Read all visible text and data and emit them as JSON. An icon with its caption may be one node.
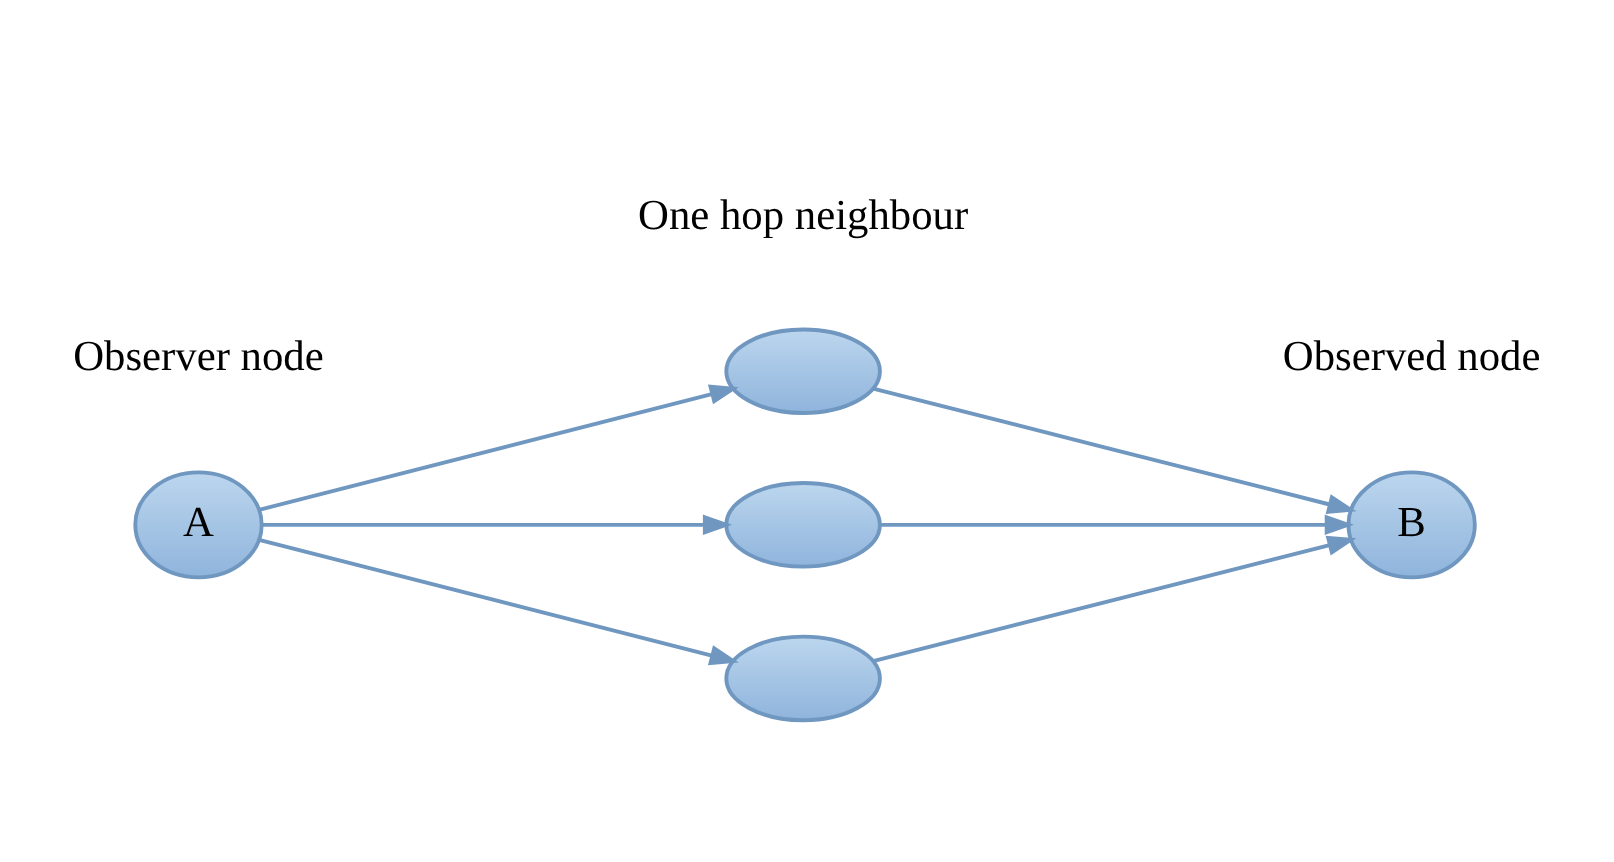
{
  "diagram": {
    "nodes": [
      {
        "text": [
          "A"
        ],
        "beside": [
          "Observer node"
        ]
      },
      {
        "text": [],
        "shape": "ellipse",
        "beside": [
          "One hop neighbour"
        ]
      },
      {
        "text": [],
        "shape": "ellipse"
      },
      {
        "text": [],
        "shape": "ellipse"
      },
      {
        "text": [
          "B"
        ],
        "beside": [
          "Observed node"
        ]
      }
    ],
    "edges": [
      {
        "from": 0,
        "to": 1,
        "arrow": "to"
      },
      {
        "from": 0,
        "to": 2,
        "arrow": "to"
      },
      {
        "from": 0,
        "to": 3,
        "arrow": "to"
      },
      {
        "from": 1,
        "to": 4,
        "arrow": "to"
      },
      {
        "from": 2,
        "to": 4,
        "arrow": "to"
      },
      {
        "from": 3,
        "to": 4,
        "arrow": "to"
      }
    ]
  }
}
